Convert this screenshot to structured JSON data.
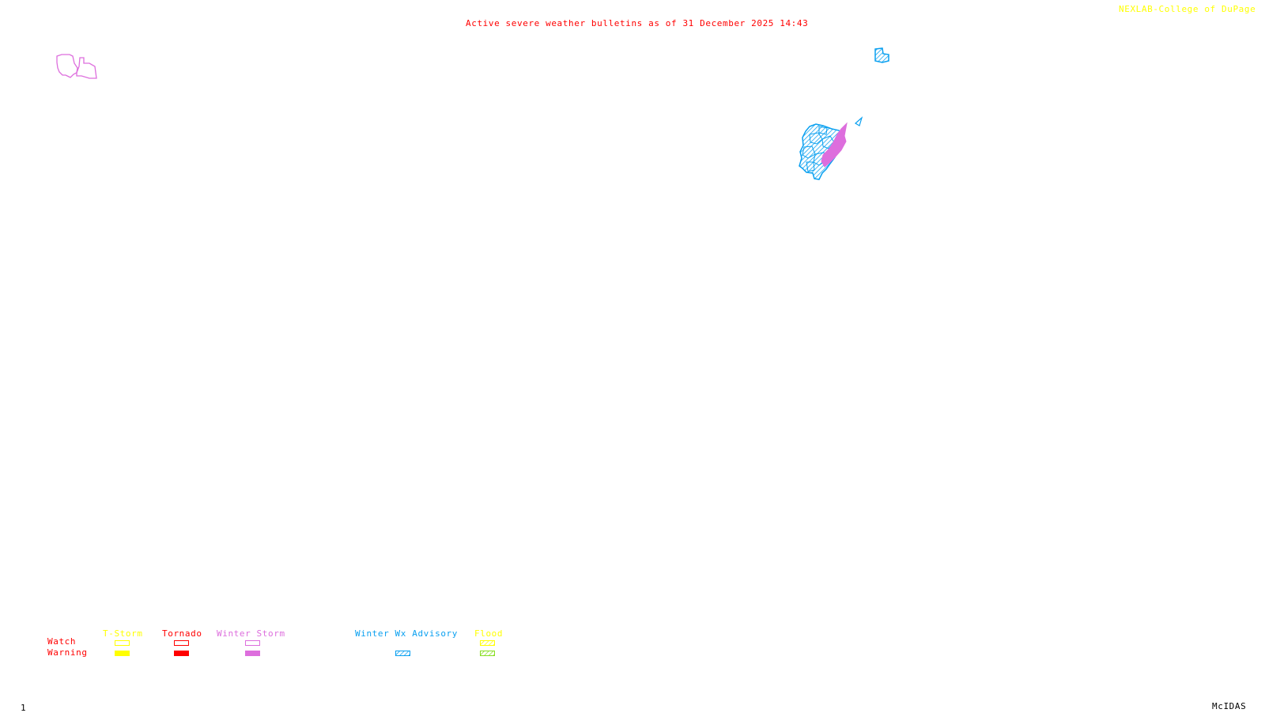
{
  "header": {
    "title": "Active severe weather bulletins as of 31 December 2025 14:43",
    "credit": "NEXLAB-College of DuPage"
  },
  "footer": {
    "frame_number": "1",
    "software": "McIDAS"
  },
  "legend": {
    "rows": [
      "Watch",
      "Warning"
    ],
    "categories": [
      {
        "label": "T-Storm",
        "color": "#ffff00",
        "watch": "outline",
        "warning": "filled"
      },
      {
        "label": "Tornado",
        "color": "#ff0000",
        "watch": "outline",
        "warning": "filled"
      },
      {
        "label": "Winter Storm",
        "color": "#dd6edd",
        "watch": "outline",
        "warning": "filled"
      },
      {
        "label": "Winter Wx Advisory",
        "color": "#0aa0f0",
        "watch": null,
        "warning": "hatched"
      },
      {
        "label": "Flood",
        "color": "#ffff00",
        "warning_color": "#88dd22",
        "watch": "hatched",
        "warning": "hatched"
      }
    ]
  },
  "map_features": [
    {
      "type": "Winter Storm Watch",
      "color": "#dd6edd",
      "region": "west (outline)"
    },
    {
      "type": "Winter Wx Advisory",
      "color": "#0aa0f0",
      "region": "northeast (hatched cluster)"
    },
    {
      "type": "Winter Storm Warning",
      "color": "#dd6edd",
      "region": "northeast (filled)"
    },
    {
      "type": "Winter Wx Advisory",
      "color": "#0aa0f0",
      "region": "northeast (small hatched)"
    }
  ]
}
